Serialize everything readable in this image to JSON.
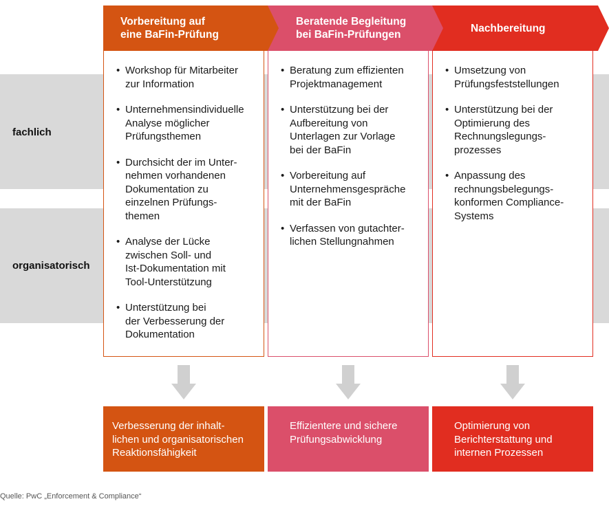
{
  "colors": {
    "phase1": "#d45412",
    "phase2": "#db4f6a",
    "phase3": "#e12d20",
    "band": "#d9d9d9",
    "arrow": "#d0d0d0"
  },
  "rows": {
    "fachlich": "fachlich",
    "organisatorisch": "organisatorisch"
  },
  "phases": [
    {
      "title": "Vorbereitung auf\neine BaFin-Prüfung",
      "items": [
        "Workshop für Mitarbeiter\nzur Information",
        "Unternehmensindividuelle\nAnalyse möglicher\nPrüfungsthemen",
        "Durchsicht der im Unter-\nnehmen vorhandenen\nDokumentation zu\neinzelnen Prüfungs-\nthemen",
        "Analyse der Lücke\nzwischen Soll- und\nIst-Dokumentation mit\nTool-Unterstützung",
        "Unterstützung bei\nder Verbesserung der\nDokumentation"
      ],
      "result": "Verbesserung der inhalt-\nlichen und organisatorischen\nReaktionsfähigkeit"
    },
    {
      "title": "Beratende Begleitung\nbei BaFin-Prüfungen",
      "items": [
        "Beratung zum effizienten\nProjektmanagement",
        "Unterstützung bei der\nAufbereitung von\nUnterlagen zur Vorlage\nbei der BaFin",
        "Vorbereitung auf\nUnternehmensgespräche\nmit der BaFin",
        "Verfassen von gutachter-\nlichen Stellungnahmen"
      ],
      "result": "Effizientere und sichere\nPrüfungsabwicklung"
    },
    {
      "title": "Nachbereitung",
      "items": [
        "Umsetzung von\nPrüfungsfeststellungen",
        "Unterstützung bei der\nOptimierung des\nRechnungslegungs-\nprozesses",
        "Anpassung des\nrechnungsbelegungs-\nkonformen Compliance-\nSystems"
      ],
      "result": "Optimierung von\nBerichterstattung und\ninternen Prozessen"
    }
  ],
  "bullet": "•",
  "source": "Quelle: PwC „Enforcement & Compliance“"
}
